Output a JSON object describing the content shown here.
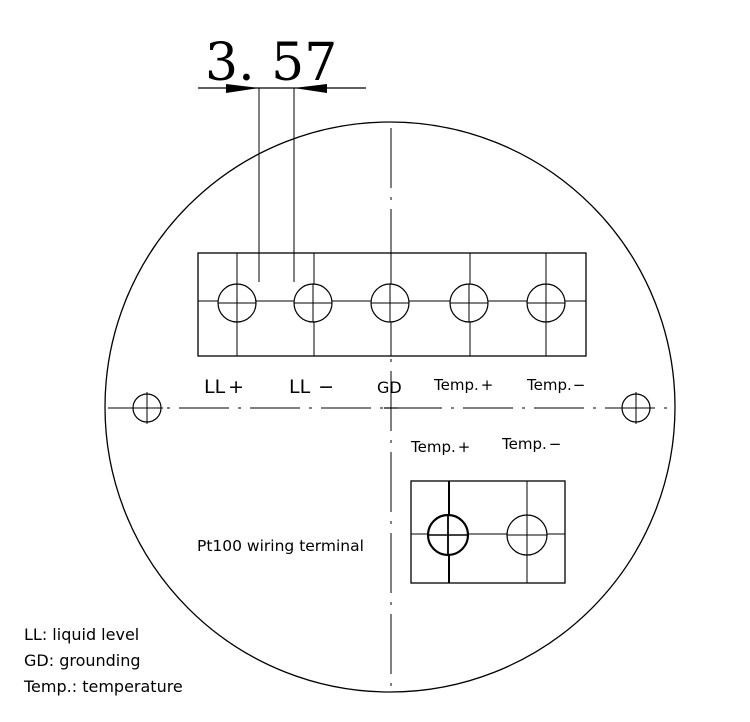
{
  "dimension": {
    "value": "3. 57"
  },
  "main_terminal": {
    "labels": [
      {
        "text": "LL",
        "sign": "+"
      },
      {
        "text": "LL",
        "sign": "−"
      },
      {
        "text": "GD",
        "sign": ""
      },
      {
        "text": "Temp.",
        "sign": "+"
      },
      {
        "text": "Temp.",
        "sign": "−"
      }
    ]
  },
  "pt100_terminal": {
    "label": "Pt100 wiring terminal",
    "labels": [
      {
        "text": "Temp.",
        "sign": "+"
      },
      {
        "text": "Temp.",
        "sign": "−"
      }
    ]
  },
  "legend": [
    "LL: liquid level",
    "GD: grounding",
    "Temp.: temperature"
  ]
}
